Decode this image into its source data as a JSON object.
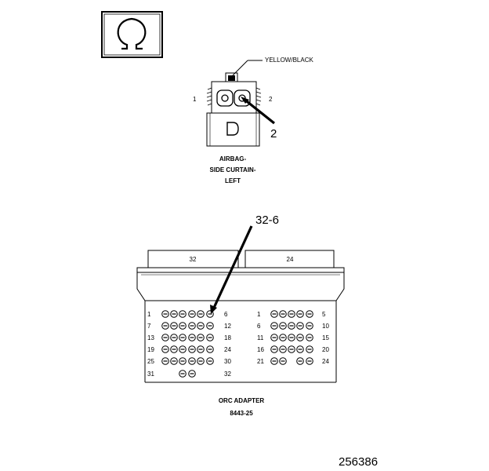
{
  "symbol": {
    "icon": "ohm-resistance-icon",
    "glyph": "Ω"
  },
  "airbag": {
    "wire_color_label": "YELLOW/BLACK",
    "pin_left": "1",
    "pin_right": "2",
    "callout": "2",
    "name_lines": [
      "AIRBAG-",
      "SIDE CURTAIN-",
      "LEFT"
    ]
  },
  "adapter": {
    "callout": "32-6",
    "tab_left": "32",
    "tab_right": "24",
    "left_block": {
      "start_labels": [
        "1",
        "7",
        "13",
        "19",
        "25",
        "31"
      ],
      "end_labels": [
        "6",
        "12",
        "18",
        "24",
        "30",
        "32"
      ]
    },
    "right_block": {
      "start_labels": [
        "1",
        "6",
        "11",
        "16",
        "21"
      ],
      "end_labels": [
        "5",
        "10",
        "15",
        "20",
        "24"
      ]
    },
    "name": "ORC ADAPTER",
    "part_number": "8443-25"
  },
  "figure_id": "256386"
}
